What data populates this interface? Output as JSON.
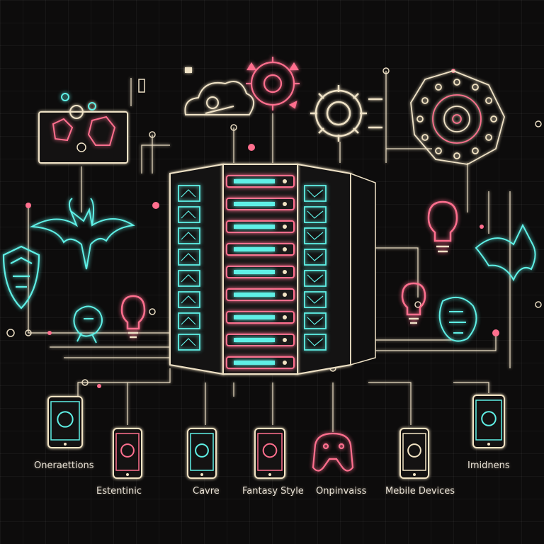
{
  "colors": {
    "background": "#0d0c0c",
    "cyan": "#5ff0e6",
    "pink": "#ff6f8e",
    "cream": "#f2e3c3"
  },
  "captions": [
    "Oneraettions",
    "Estentinic",
    "Cavre",
    "Fantasy Style",
    "Onpinvaiss",
    "Mebile Devices",
    "Imidnens"
  ],
  "icons": [
    "server-rack-icon",
    "cloud-icon",
    "gear-icon",
    "gear-mandala-icon",
    "dragon-icon",
    "shield-icon",
    "lightbulb-icon",
    "monitor-icon",
    "smartphone-icon",
    "gamepad-icon",
    "creature-icon"
  ]
}
